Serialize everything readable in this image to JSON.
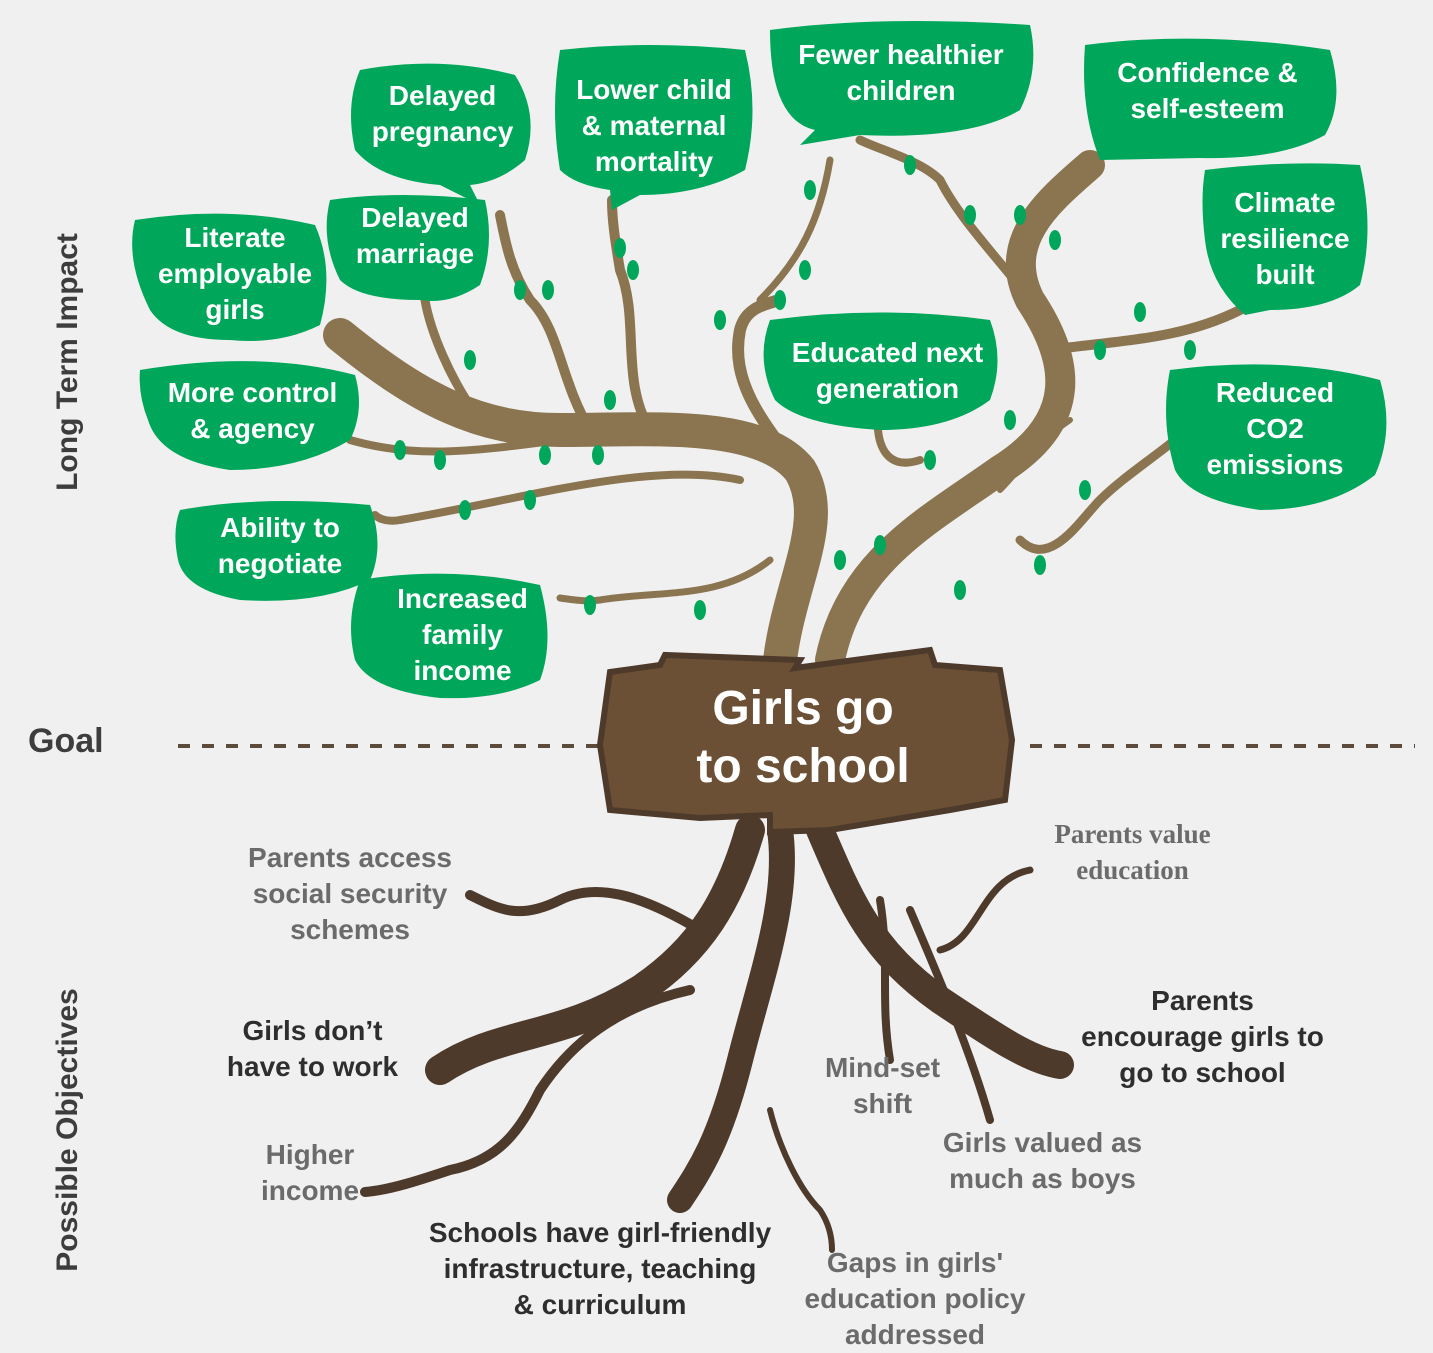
{
  "sections": {
    "long_term_impact": "Long Term Impact",
    "goal": "Goal",
    "possible_objectives": "Possible Objectives"
  },
  "goal_text": "Girls go\nto school",
  "impacts": [
    "Delayed\npregnancy",
    "Lower child\n& maternal\nmortality",
    "Fewer healthier\nchildren",
    "Confidence &\nself-esteem",
    "Climate\nresilience\nbuilt",
    "Delayed\nmarriage",
    "Literate\nemployable\ngirls",
    "More control\n& agency",
    "Ability to\nnegotiate",
    "Increased\nfamily\nincome",
    "Educated next\ngeneration",
    "Reduced\nCO2\nemissions"
  ],
  "objectives": [
    "Parents access\nsocial security\nschemes",
    "Girls don’t\nhave to work",
    "Higher\nincome",
    "Schools have girl-friendly\ninfrastructure, teaching\n& curriculum",
    "Gaps in girls'\neducation policy\naddressed",
    "Mind-set\nshift",
    "Girls valued as\nmuch as boys",
    "Parents\nencourage girls to\ngo to school",
    "Parents value\neducation"
  ],
  "colors": {
    "leaf": "#00a65a",
    "trunk": "#8b7550",
    "root": "#4e3a2b",
    "sign": "#6b5035",
    "sign_edge": "#4e3a2b",
    "dash": "#5c4a3a",
    "background": "#f0f0f0"
  }
}
